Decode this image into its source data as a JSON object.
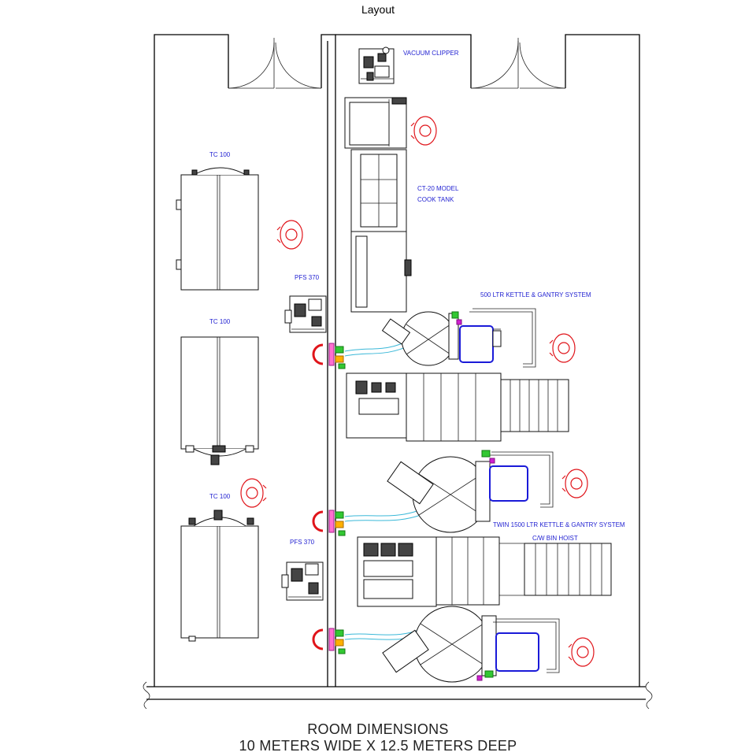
{
  "title": "Layout",
  "labels": {
    "vacuum_clipper": "VACUUM CLIPPER",
    "tc100_top": "TC 100",
    "tc100_middle": "TC 100",
    "tc100_bottom": "TC 100",
    "ct20_line1": "CT-20 MODEL",
    "ct20_line2": "COOK TANK",
    "pfs370_top": "PFS 370",
    "pfs370_bottom": "PFS 370",
    "kettle500": "500 LTR KETTLE & GANTRY SYSTEM",
    "twin_kettle_line1": "TWIN 1500 LTR KETTLE & GANTRY SYSTEM",
    "twin_kettle_line2": "C/W BIN HOIST"
  },
  "footer": {
    "line1": "ROOM DIMENSIONS",
    "line2": "10 METERS WIDE X 12.5 METERS DEEP"
  },
  "colors": {
    "label": "#1f1fd1",
    "operator": "#e0141a",
    "kettle_motor": "#1a1ad8",
    "water_line": "#3ab8d8"
  }
}
